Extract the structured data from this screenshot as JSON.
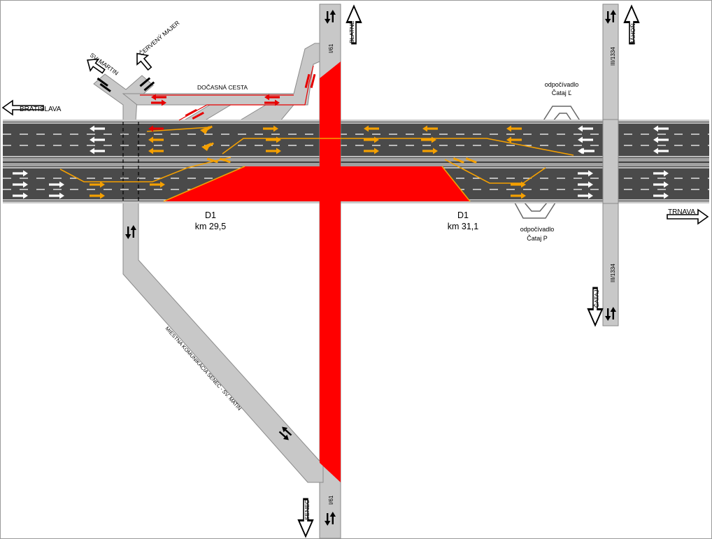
{
  "colors": {
    "asphalt": "#4a4a4a",
    "road_grey": "#c8c8c8",
    "median": "#a0a0a0",
    "closure": "#ff0000",
    "traffic_orange": "#f5a000",
    "temporary_red": "#e60000",
    "lane_white": "#ffffff"
  },
  "labels": {
    "bratislava": "BRATISLAVA",
    "trnava": "TRNAVA",
    "sv_martin": "SV. MARTIN",
    "cerveny_majer": "ČERVENÝ MAJER",
    "docasna_cesta": "DOČASNÁ CESTA",
    "blatne": "BLATNÉ",
    "i61_top": "I/61",
    "i61_bottom": "I/61",
    "senec": "SENEC",
    "bahon": "BÁHOŇ",
    "iii1334_top": "III/1334",
    "iii1334_bottom": "III/1334",
    "cataj": "ČATAJ",
    "d1_left_name": "D1",
    "d1_left_km": "km 29,5",
    "d1_right_name": "D1",
    "d1_right_km": "km 31,1",
    "rest_left_1": "odpočívadlo",
    "rest_left_2": "Čataj Ľ",
    "rest_right_1": "odpočívadlo",
    "rest_right_2": "Čataj P",
    "local_road": "MIESTNA KOMUNIKÁCIA SENEC - SV. MATIN"
  },
  "icons": {
    "direction_arrow": "outline-direction-arrow-icon",
    "lane_arrow": "lane-arrow-icon",
    "two_way": "two-way-arrows-icon"
  }
}
